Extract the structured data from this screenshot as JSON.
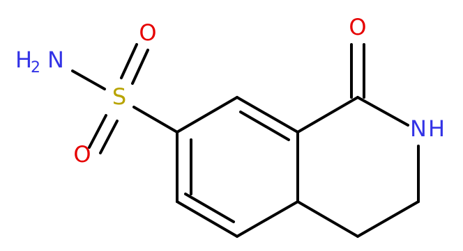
{
  "molecule": {
    "colors": {
      "carbon_bond": "#000000",
      "nitrogen": "#3333e6",
      "oxygen": "#e60000",
      "sulfur": "#b8a400"
    },
    "atoms": {
      "sulfonamide_n": {
        "element": "N",
        "hydrogen": "H",
        "hydrogen_count": "2"
      },
      "sulfur": {
        "element": "S"
      },
      "sulfonyl_o_top": {
        "element": "O"
      },
      "sulfonyl_o_bottom": {
        "element": "O"
      },
      "carbonyl_o": {
        "element": "O"
      },
      "amide_n": {
        "element": "N",
        "hydrogen": "H"
      }
    }
  }
}
